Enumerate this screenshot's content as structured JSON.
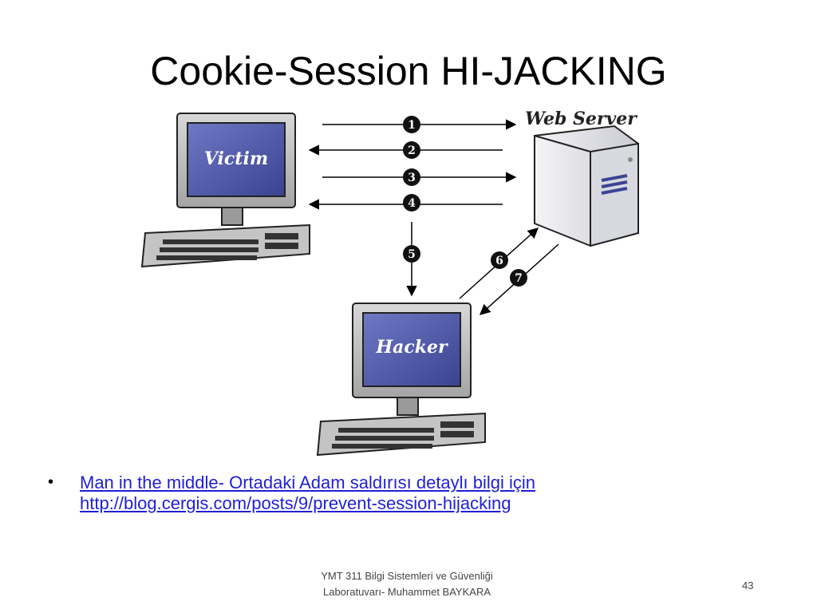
{
  "slide": {
    "title": "Cookie-Session HI-JACKING"
  },
  "diagram": {
    "server_label": "Web Server",
    "victim_label": "Victim",
    "hacker_label": "Hacker",
    "steps": [
      "1",
      "2",
      "3",
      "4",
      "5",
      "6",
      "7"
    ]
  },
  "bullet": {
    "line1": "Man in the middle- Ortadaki Adam saldırısı   detaylı bilgi için",
    "line2": "http://blog.cergis.com/posts/9/prevent-session-hijacking"
  },
  "footer": {
    "line1": "YMT 311 Bilgi Sistemleri ve Güvenliği",
    "line2": "Laboratuvarı- Muhammet BAYKARA",
    "page_number": "43"
  },
  "colors": {
    "link": "#1f1fd6",
    "screen_blue": "#4a56a8",
    "monitor_gray": "#b8b8b8"
  }
}
